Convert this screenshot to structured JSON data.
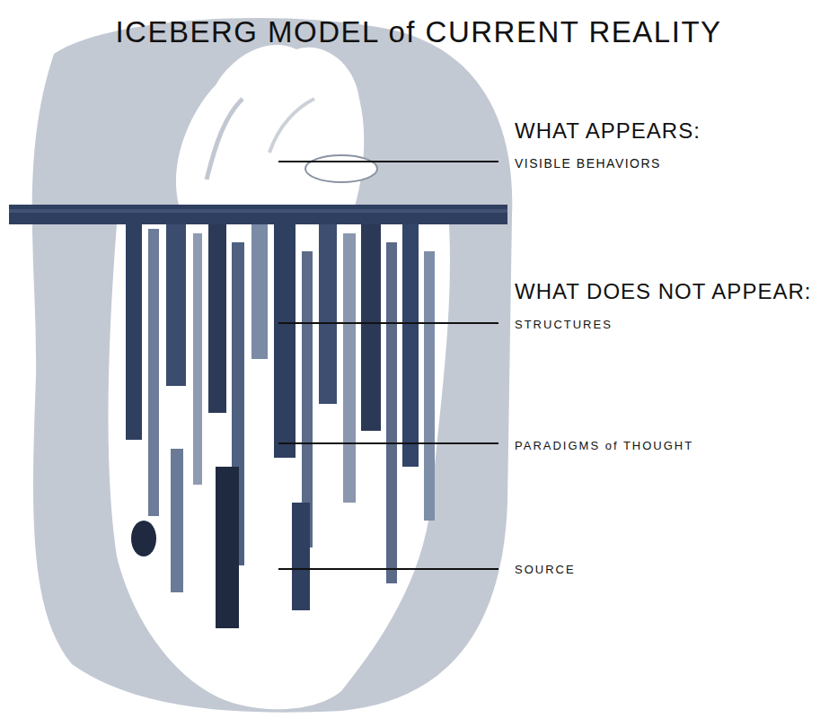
{
  "diagram": {
    "title": "ICEBERG MODEL of CURRENT REALITY",
    "labels": [
      "WHAT APPEARS:",
      "VISIBLE BEHAVIORS",
      "WHAT DOES NOT APPEAR:",
      "STRUCTURES",
      "PARADIGMS of THOUGHT",
      "SOURCE"
    ]
  }
}
